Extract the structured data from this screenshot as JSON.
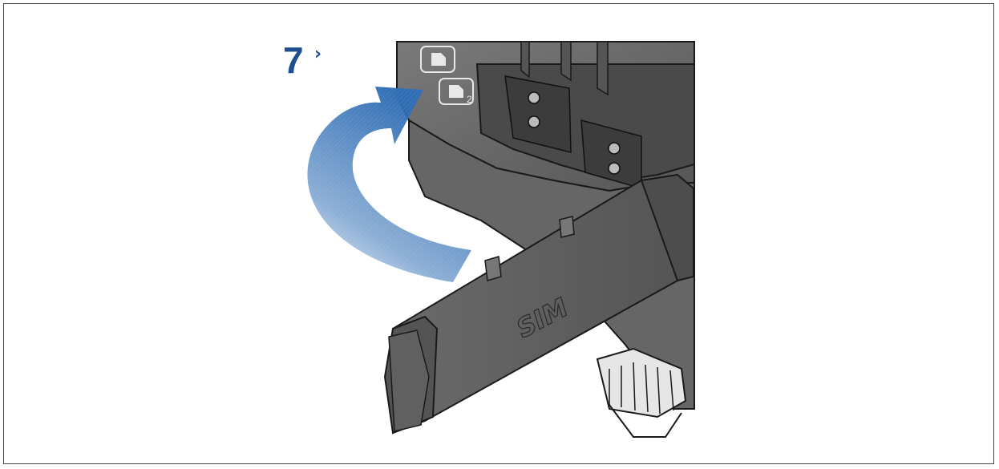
{
  "figure": {
    "step_number": "7",
    "step_marker": "›",
    "cover_text": "SIM",
    "slot_number": "2"
  },
  "colors": {
    "arrow": "#2f6db4",
    "arrow_dark": "#1d4f91",
    "device_body": "#6b6b6b",
    "device_shadow": "#3f3f3f",
    "cover": "#5e5e5e",
    "outline": "#1a1a1a"
  },
  "icons": [
    "rotate-arrow-icon",
    "sim-slot-1-icon",
    "sim-slot-2-icon"
  ]
}
